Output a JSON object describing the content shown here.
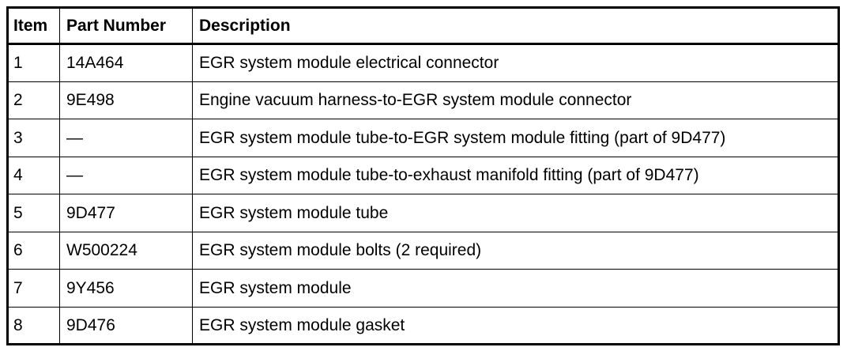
{
  "table": {
    "headers": {
      "item": "Item",
      "part_number": "Part Number",
      "description": "Description"
    },
    "rows": [
      {
        "item": "1",
        "part_number": "14A464",
        "description": "EGR system module electrical connector"
      },
      {
        "item": "2",
        "part_number": "9E498",
        "description": "Engine vacuum harness-to-EGR system module connector"
      },
      {
        "item": "3",
        "part_number": "—",
        "description": "EGR system module tube-to-EGR system module fitting (part of 9D477)"
      },
      {
        "item": "4",
        "part_number": "—",
        "description": "EGR system module tube-to-exhaust manifold fitting (part of 9D477)"
      },
      {
        "item": "5",
        "part_number": "9D477",
        "description": "EGR system module tube"
      },
      {
        "item": "6",
        "part_number": "W500224",
        "description": "EGR system module bolts (2 required)"
      },
      {
        "item": "7",
        "part_number": "9Y456",
        "description": "EGR system module"
      },
      {
        "item": "8",
        "part_number": "9D476",
        "description": "EGR system module gasket"
      }
    ]
  }
}
